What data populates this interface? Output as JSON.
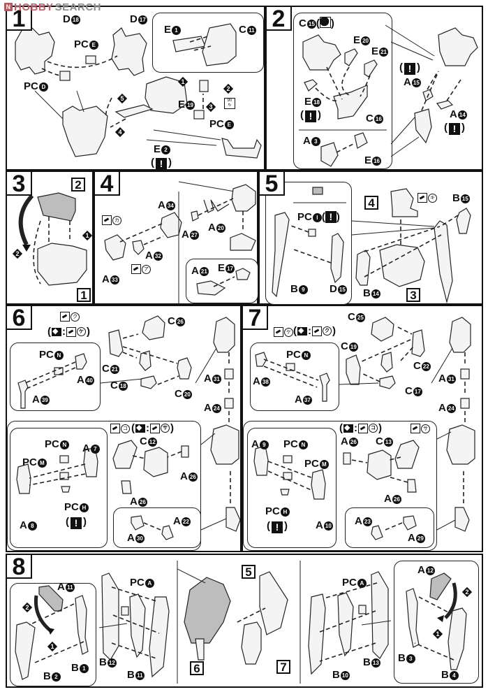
{
  "watermark": {
    "logo": "N",
    "brand_a": "HOBBY",
    "brand_b": "SEARCH"
  },
  "steps": [
    {
      "number": "1",
      "labels": [
        "D",
        "18",
        "D",
        "17",
        "PC",
        "E",
        "PC",
        "D",
        "E",
        "1",
        "C",
        "11",
        "E",
        "19",
        "PC",
        "E",
        "E",
        "2"
      ],
      "parts": [
        {
          "runner": "D",
          "num": "18"
        },
        {
          "runner": "D",
          "num": "17"
        },
        {
          "runner": "PC",
          "num": "E"
        },
        {
          "runner": "PC",
          "num": "D"
        },
        {
          "runner": "E",
          "num": "1"
        },
        {
          "runner": "C",
          "num": "11"
        },
        {
          "runner": "E",
          "num": "19"
        },
        {
          "runner": "PC",
          "num": "E"
        },
        {
          "runner": "E",
          "num": "2"
        }
      ],
      "order_marks": [
        "1",
        "2",
        "3",
        "4",
        "5"
      ],
      "warning": "!",
      "rotate_icon": "90° rotate-icon"
    },
    {
      "number": "2",
      "parts": [
        {
          "runner": "C",
          "num": "15"
        },
        {
          "runner": "E",
          "num": "20"
        },
        {
          "runner": "E",
          "num": "21"
        },
        {
          "runner": "E",
          "num": "18"
        },
        {
          "runner": "C",
          "num": "16"
        },
        {
          "runner": "A",
          "num": "3"
        },
        {
          "runner": "E",
          "num": "16"
        },
        {
          "runner": "A",
          "num": "15"
        },
        {
          "runner": "A",
          "num": "14"
        }
      ],
      "warning": "!",
      "black_mark_icon": "black-paint-icon"
    },
    {
      "number": "3",
      "refs": [
        "2",
        "1"
      ],
      "order_marks": [
        "1",
        "2"
      ]
    },
    {
      "number": "4",
      "parts": [
        {
          "runner": "A",
          "num": "34"
        },
        {
          "runner": "A",
          "num": "33"
        },
        {
          "runner": "A",
          "num": "32"
        },
        {
          "runner": "A",
          "num": "27"
        },
        {
          "runner": "A",
          "num": "20"
        },
        {
          "runner": "A",
          "num": "21"
        },
        {
          "runner": "E",
          "num": "17"
        }
      ],
      "seal_marks": [
        "カ",
        "ア"
      ]
    },
    {
      "number": "5",
      "refs": [
        "4",
        "3"
      ],
      "parts": [
        {
          "runner": "PC",
          "num": "I"
        },
        {
          "runner": "B",
          "num": "9"
        },
        {
          "runner": "D",
          "num": "15"
        },
        {
          "runner": "B",
          "num": "15"
        },
        {
          "runner": "B",
          "num": "14"
        }
      ],
      "seal_marks": [
        "キ"
      ],
      "warning": "!"
    },
    {
      "number": "6",
      "seal_line_a": {
        "seal": "ク",
        "mirror_seal": "ケ"
      },
      "seal_line_b": {
        "seal": "コ",
        "mirror_seal": "サ"
      },
      "parts": [
        {
          "runner": "C",
          "num": "26"
        },
        {
          "runner": "PC",
          "num": "N"
        },
        {
          "runner": "A",
          "num": "40"
        },
        {
          "runner": "A",
          "num": "39"
        },
        {
          "runner": "C",
          "num": "21"
        },
        {
          "runner": "C",
          "num": "18"
        },
        {
          "runner": "C",
          "num": "20"
        },
        {
          "runner": "A",
          "num": "31"
        },
        {
          "runner": "A",
          "num": "24"
        },
        {
          "runner": "PC",
          "num": "N"
        },
        {
          "runner": "A",
          "num": "7"
        },
        {
          "runner": "PC",
          "num": "M"
        },
        {
          "runner": "A",
          "num": "8"
        },
        {
          "runner": "PC",
          "num": "H"
        },
        {
          "runner": "C",
          "num": "12"
        },
        {
          "runner": "A",
          "num": "26"
        },
        {
          "runner": "A",
          "num": "26"
        },
        {
          "runner": "A",
          "num": "30"
        },
        {
          "runner": "A",
          "num": "22"
        }
      ],
      "warning": "!"
    },
    {
      "number": "7",
      "seal_line_a": {
        "seal": "ケ",
        "mirror_seal": "ク"
      },
      "seal_line_b": {
        "mirror_seal": "コ",
        "seal": "サ"
      },
      "parts": [
        {
          "runner": "C",
          "num": "25"
        },
        {
          "runner": "C",
          "num": "19"
        },
        {
          "runner": "PC",
          "num": "N"
        },
        {
          "runner": "A",
          "num": "38"
        },
        {
          "runner": "A",
          "num": "37"
        },
        {
          "runner": "C",
          "num": "22"
        },
        {
          "runner": "C",
          "num": "17"
        },
        {
          "runner": "A",
          "num": "31"
        },
        {
          "runner": "A",
          "num": "24"
        },
        {
          "runner": "A",
          "num": "26"
        },
        {
          "runner": "C",
          "num": "13"
        },
        {
          "runner": "A",
          "num": "9"
        },
        {
          "runner": "PC",
          "num": "N"
        },
        {
          "runner": "PC",
          "num": "M"
        },
        {
          "runner": "A",
          "num": "26"
        },
        {
          "runner": "PC",
          "num": "H"
        },
        {
          "runner": "A",
          "num": "10"
        },
        {
          "runner": "A",
          "num": "23"
        },
        {
          "runner": "A",
          "num": "29"
        }
      ],
      "warning": "!"
    },
    {
      "number": "8",
      "refs": [
        "5",
        "6",
        "7"
      ],
      "parts": [
        {
          "runner": "A",
          "num": "11"
        },
        {
          "runner": "B",
          "num": "1"
        },
        {
          "runner": "B",
          "num": "2"
        },
        {
          "runner": "PC",
          "num": "A"
        },
        {
          "runner": "B",
          "num": "12"
        },
        {
          "runner": "B",
          "num": "11"
        },
        {
          "runner": "PC",
          "num": "A"
        },
        {
          "runner": "B",
          "num": "13"
        },
        {
          "runner": "B",
          "num": "10"
        },
        {
          "runner": "A",
          "num": "12"
        },
        {
          "runner": "B",
          "num": "3"
        },
        {
          "runner": "B",
          "num": "4"
        }
      ],
      "order_marks": [
        "1",
        "2"
      ]
    }
  ],
  "symbols": {
    "warning": "!",
    "open_paren": "(",
    "close_paren": ")",
    "colon": ":"
  }
}
